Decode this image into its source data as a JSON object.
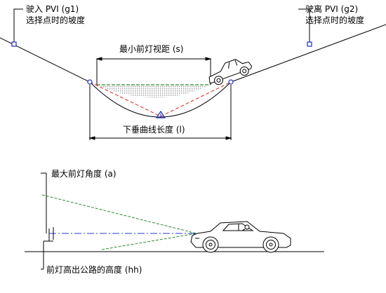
{
  "top_diagram": {
    "entry_pvi": {
      "line1": "驶入 PVI (g1)",
      "line2": "选择点时的坡度"
    },
    "exit_pvi": {
      "line1": "驶离 PVI (g2)",
      "line2": "选择点时的坡度"
    },
    "sight_distance_label": "最小前灯视距 (s)",
    "curve_length_label": "下垂曲线长度 (l)"
  },
  "bottom_diagram": {
    "headlight_angle_label": "最大前灯角度 (a)",
    "headlight_height_label": "前灯高出公路的高度 (hh)"
  },
  "colors": {
    "stroke": "#000000",
    "pvi_marker": "#1f2fbf",
    "pvi_triangle": "#1f2fbf",
    "tangent_dash": "#e02020",
    "light_beam": "#2e8b2e",
    "centerline": "#2a3ad0",
    "sight_fill": "#c8c8c8"
  }
}
